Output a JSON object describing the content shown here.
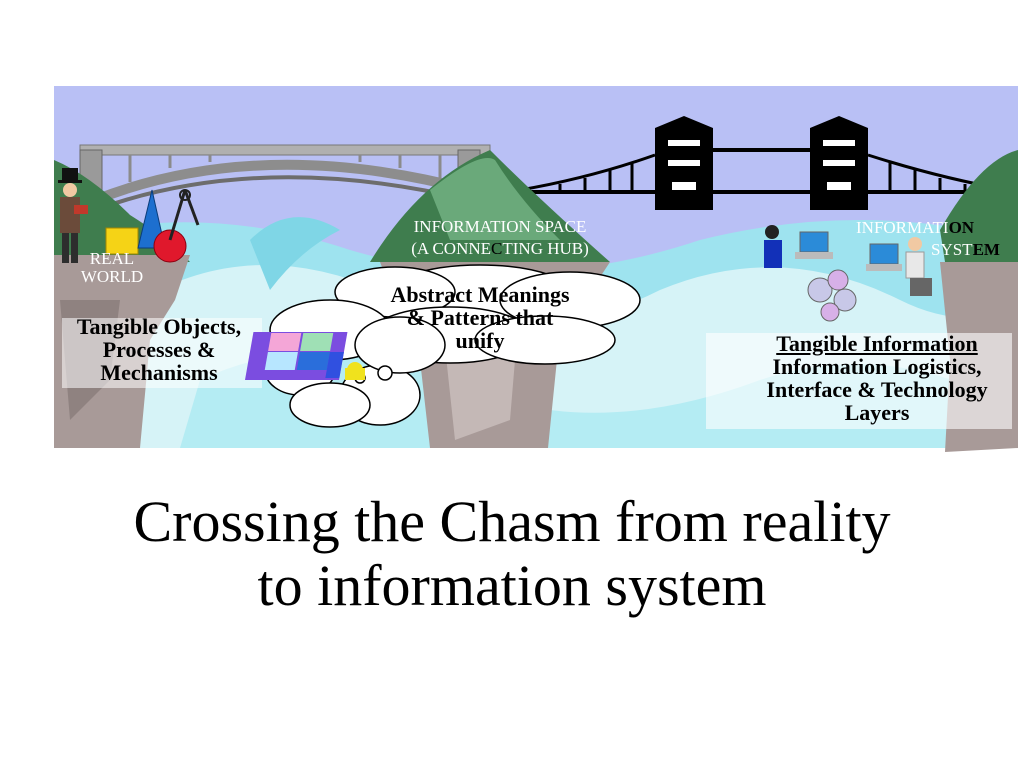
{
  "slide": {
    "title_line1": "Crossing the Chasm from reality",
    "title_line2": "to information system"
  },
  "diagram": {
    "real_world_line1": "REAL",
    "real_world_line2": "WORLD",
    "tangible_objects_line1": "Tangible Objects,",
    "tangible_objects_line2": "Processes &",
    "tangible_objects_line3": "Mechanisms",
    "info_space_line1": "INFORMATION SPACE",
    "info_space_line2_a": "(A CONNE",
    "info_space_line2_b": "C",
    "info_space_line2_c": "TING HUB)",
    "abstract_line1": "Abstract Meanings",
    "abstract_line2": "& Patterns that",
    "abstract_line3": "unify",
    "info_system_line1_a": "INFORMATI",
    "info_system_line1_b": "ON",
    "info_system_line2_a": "SYST",
    "info_system_line2_b": "EM",
    "tangible_info_line1": "Tangible Information",
    "tangible_info_line2": "Information Logistics,",
    "tangible_info_line3": "Interface & Technology",
    "tangible_info_line4": "Layers"
  },
  "colors": {
    "sky": "#b9c0f5",
    "water_light": "#d6f3f7",
    "water_mid": "#9ee3ef",
    "cliff": "#a89a98",
    "hill": "#3f7d4e",
    "bridge": "#8b8b8b"
  }
}
